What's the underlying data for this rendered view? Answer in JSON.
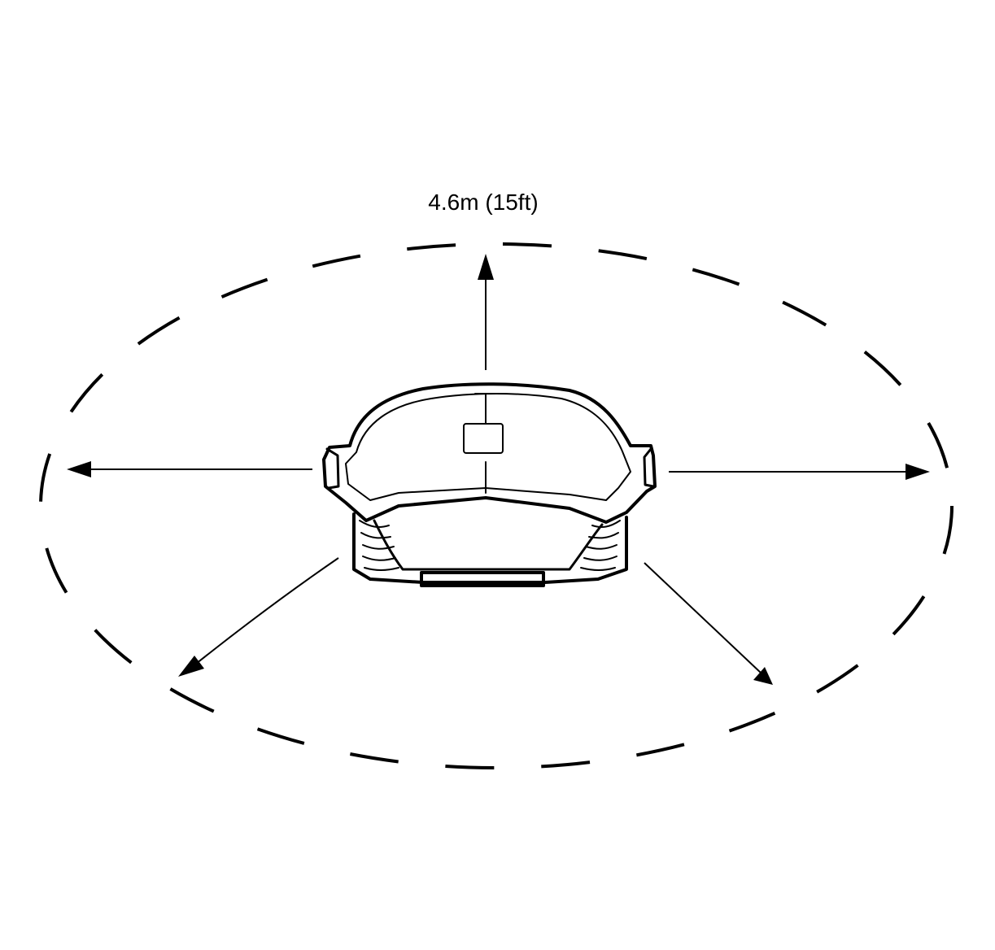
{
  "diagram": {
    "clearance_label": "4.6m (15ft)",
    "stroke_color": "#000000",
    "background_color": "#ffffff",
    "boundary_style": "dashed-ellipse",
    "center_object": "airbag-module",
    "arrow_directions": [
      "up",
      "left",
      "right",
      "lower-left",
      "lower-right"
    ]
  }
}
